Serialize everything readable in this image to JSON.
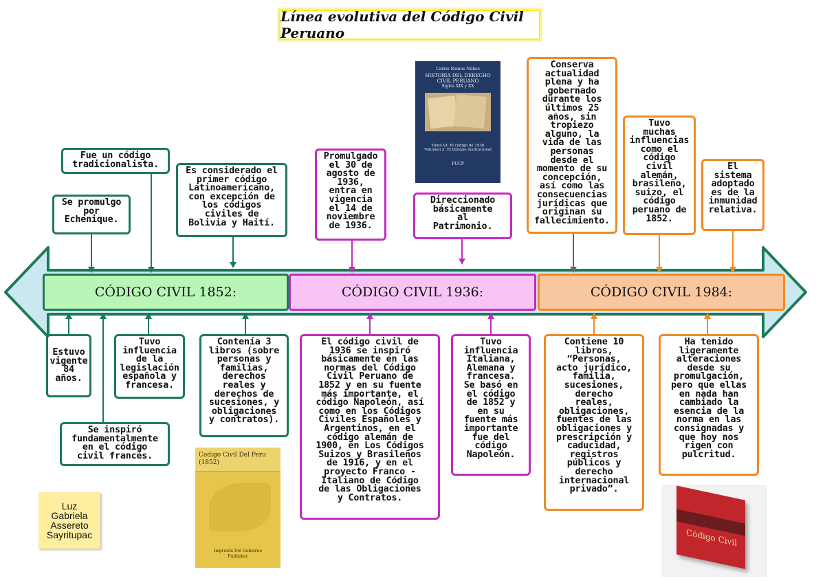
{
  "title": "Línea evolutiva del Código Civil Peruano",
  "periods": [
    {
      "label": "CÓDIGO CIVIL 1852:",
      "color": "#b8f5b6",
      "border": "#1d7a58"
    },
    {
      "label": "CÓDIGO CIVIL 1936:",
      "color": "#f7c4f5",
      "border": "#c22cbf"
    },
    {
      "label": "CÓDIGO CIVIL 1984:",
      "color": "#f9c79f",
      "border": "#f08a24"
    }
  ],
  "notes_1852": {
    "top1": "Fue un código\ntradicionalista.",
    "top2": "Se promulgo\npor\nEchenique.",
    "top3": "Es considerado el\nprimer código\nLatinoamericano,\ncon excepción de\nlos códigos\nciviles de\nBolivia y Haití.",
    "bottom1": "Estuvo\nvigente\n84\naños.",
    "bottom2": "Tuvo\ninfluencia\nde la\nlegislación\nespañola y\nfrancesa.",
    "bottom3": "Contenía 3\nlibros (sobre\npersonas y\nfamilias,\nderechos\nreales y\nderechos de\nsucesiones, y\nobligaciones\ny contratos).",
    "bottom4": "Se inspiró\nfundamentalmente\nen el código\ncivil francés."
  },
  "notes_1936": {
    "top1": "Promulgado\nel 30 de\nagosto de\n1936,\nentra en\nvigencia\nel 14 de\nnoviembre\nde 1936.",
    "top2": "Direccionado\nbásicamente\nal\nPatrimonio.",
    "bottom1": "El código civil de\n1936 se inspiró\nbásicamente en las\nnormas del Código\nCivil Peruano de\n1852 y en su fuente\nmás importante, el\ncódigo Napoleón, así\ncomo en los Códigos\nCiviles Españoles y\nArgentinos, en el\ncódigo alemán de\n1900, en Los Códigos\nSuizos y Brasileños\nde 1916, y en el\nproyecto Franco -\nItaliano de Código\nde las Obligaciones\ny Contratos.",
    "bottom2": "Tuvo\ninfluencia\nItaliana,\nAlemana y\nfrancesa.\nSe basó en\nel código\nde 1852 y\nen su\nfuente más\nimportante\nfue del\ncódigo\nNapoleón."
  },
  "notes_1984": {
    "top1": "Conserva\nactualidad\nplena y ha\ngobernado\ndurante los\núltimos 25\naños, sin\ntropiezo\nalguno, la\nvida de las\npersonas\ndesde el\nmomento de su\nconcepción,\nasí como las\nconsecuencias\njurídicas que\noriginan su\nfallecimiento.",
    "top2": "Tuvo\nmuchas\ninfluencias\ncomo el\ncódigo\ncivil\nalemán,\nbrasileño,\nsuizo, el\ncódigo\nperuano de\n1852.",
    "top3": "El\nsistema\nadoptado\nes de la\ninmunidad\nrelativa.",
    "bottom1": "Contiene 10\nlibros,\n“Personas,\nacto jurídico,\nfamilia,\nsucesiones,\nderecho\nreales,\nobligaciones,\nfuentes de las\nobligaciones y\nprescripción y\ncaducidad,\nregistros\npúblicos y\nderecho\ninternacional\nprivado”.",
    "bottom2": "Ha tenido\nligeramente\nalteraciones\ndesde su\npromulgación,\npero que ellas\nen nada han\ncambiado la\nesencia de la\nnorma en las\nconsignadas y\nque hoy nos\nrigen con\npulcritud."
  },
  "book_1852": {
    "title": "Codigo Civil Del Peru",
    "year": "(1852)",
    "publisher": "Imprenta Del Gobierno\nPublisher"
  },
  "book_history": {
    "author": "Carlos Ramos Núñez",
    "title": "HISTORIA DEL DERECHO\nCIVIL PERUANO",
    "subtitle": "Siglos XIX y XX",
    "volume": "Tomo VI: El código de 1936",
    "volume2": "Volumen 2: El búnque institucional",
    "publisher": "PUCP"
  },
  "book_1984": {
    "label": "Código Civil"
  },
  "author_note": "Luz\nGabriela\nAssereto\nSayritupac"
}
